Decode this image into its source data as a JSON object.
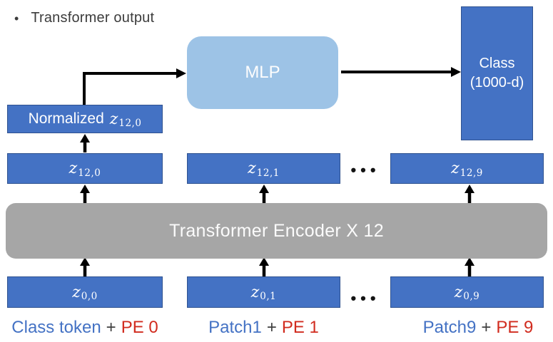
{
  "title": {
    "bullet": "•",
    "text": "Transformer output"
  },
  "mlp": {
    "label": "MLP"
  },
  "class_box": {
    "line1": "Class",
    "line2": "(1000-d)"
  },
  "normalized": {
    "prefix": "Normalized",
    "base": "z",
    "sub": "12,0"
  },
  "row_top": {
    "boxes": [
      {
        "base": "z",
        "sub": "12,0"
      },
      {
        "base": "z",
        "sub": "12,1"
      },
      {
        "base": "z",
        "sub": "12,9"
      }
    ],
    "ellipsis": "•••"
  },
  "encoder": {
    "label": "Transformer Encoder X 12"
  },
  "row_bottom": {
    "boxes": [
      {
        "base": "z",
        "sub": "0,0"
      },
      {
        "base": "z",
        "sub": "0,1"
      },
      {
        "base": "z",
        "sub": "0,9"
      }
    ],
    "ellipsis": "•••"
  },
  "io_labels": [
    {
      "token": "Class token",
      "plus": "+",
      "pe": "PE 0"
    },
    {
      "token": "Patch1",
      "plus": "+",
      "pe": "PE 1"
    },
    {
      "token": "Patch9",
      "plus": "+",
      "pe": "PE 9"
    }
  ],
  "colors": {
    "box_blue": "#4472C4",
    "box_blue_border": "#2F528F",
    "mlp_light_blue": "#9DC3E6",
    "encoder_gray": "#A6A6A6",
    "label_blue": "#4472C4",
    "label_red": "#D12B1E",
    "arrow_black": "#000000"
  }
}
